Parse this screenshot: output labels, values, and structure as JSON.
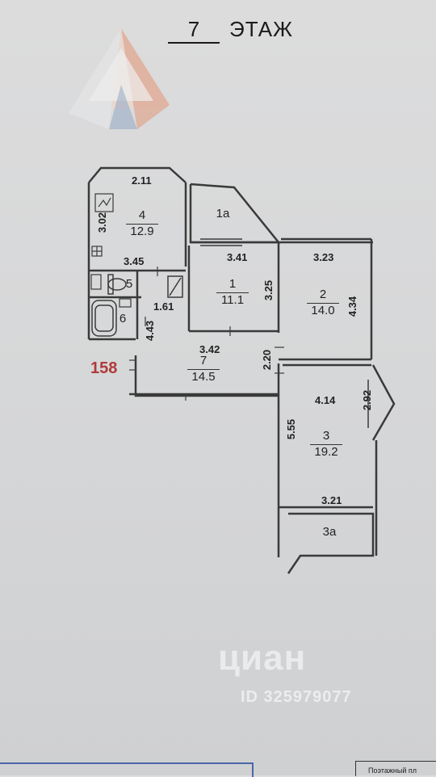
{
  "floor": {
    "number": "7",
    "word": "ЭТАЖ"
  },
  "apartment_marker": "158",
  "rooms": {
    "r4": {
      "num": "4",
      "area": "12.9"
    },
    "r1a": {
      "num": "1а"
    },
    "r1": {
      "num": "1",
      "area": "11.1"
    },
    "r2": {
      "num": "2",
      "area": "14.0"
    },
    "r7": {
      "num": "7",
      "area": "14.5"
    },
    "r3": {
      "num": "3",
      "area": "19.2"
    },
    "r3a": {
      "num": "3а"
    },
    "r5": {
      "num": "5"
    },
    "r6": {
      "num": "6"
    }
  },
  "dimensions": {
    "d211": "2.11",
    "d302": "3.02",
    "d345": "3.45",
    "d341": "3.41",
    "d323": "3.23",
    "d325": "3.25",
    "d434": "4.34",
    "d161": "1.61",
    "d443": "4.43",
    "d342": "3.42",
    "d220": "2.20",
    "d414": "4.14",
    "d292": "2.92",
    "d555": "5.55",
    "d321": "3.21"
  },
  "watermark": {
    "brand": "циан",
    "id": "ID 325979077"
  },
  "footer": {
    "text": "Поэтажный пл"
  },
  "colors": {
    "wall": "#3a3a3a",
    "paper": "#d8d9da",
    "marker": "#b13a3a",
    "logo_orange": "#e07a4f",
    "logo_blue": "#5a7fb0"
  }
}
